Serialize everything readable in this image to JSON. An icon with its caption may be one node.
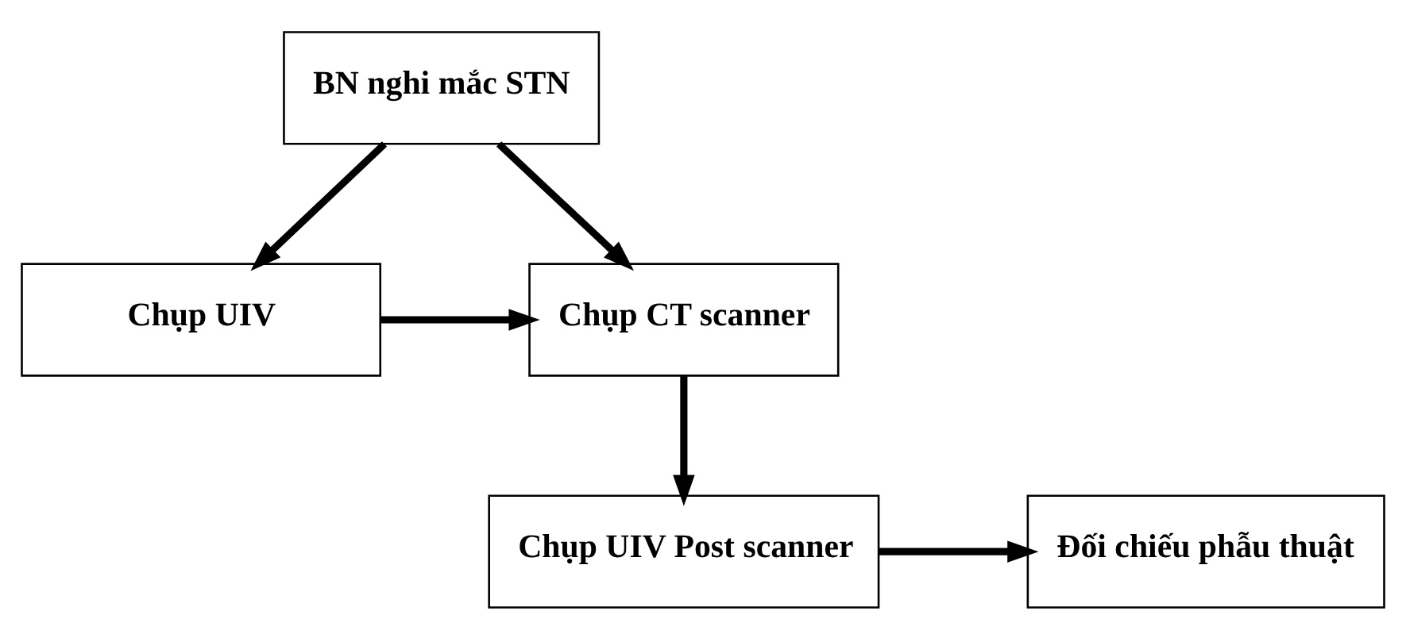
{
  "diagram": {
    "nodes": [
      {
        "text": [
          "BN nghi mắc STN"
        ]
      },
      {
        "text": [
          "Chụp UIV"
        ]
      },
      {
        "text": [
          "Chụp CT scanner"
        ]
      },
      {
        "text": [
          "Chụp UIV Post scanner"
        ]
      },
      {
        "text": [
          "Đối chiếu phẫu thuật"
        ]
      }
    ],
    "edges": [
      {
        "from": 0,
        "to": 1,
        "arrow": "to"
      },
      {
        "from": 0,
        "to": 2,
        "arrow": "to"
      },
      {
        "from": 1,
        "to": 2,
        "arrow": "to"
      },
      {
        "from": 2,
        "to": 3,
        "arrow": "to"
      },
      {
        "from": 3,
        "to": 4,
        "arrow": "to"
      }
    ]
  }
}
